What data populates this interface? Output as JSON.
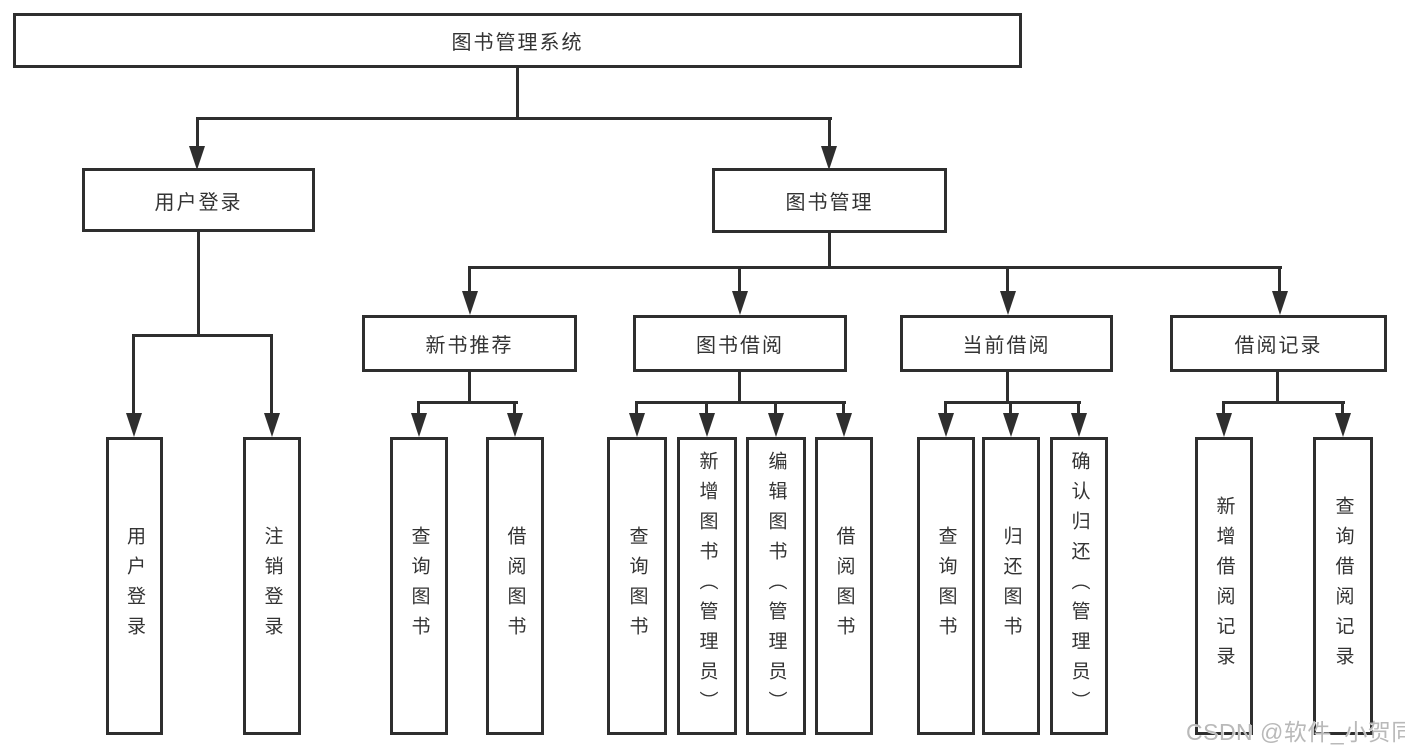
{
  "tree": {
    "root": {
      "label": "图书管理系统",
      "children": [
        {
          "label": "用户登录",
          "children": [
            {
              "label": "用户登录"
            },
            {
              "label": "注销登录"
            }
          ]
        },
        {
          "label": "图书管理",
          "children": [
            {
              "label": "新书推荐",
              "children": [
                {
                  "label": "查询图书"
                },
                {
                  "label": "借阅图书"
                }
              ]
            },
            {
              "label": "图书借阅",
              "children": [
                {
                  "label": "查询图书"
                },
                {
                  "label": "新增图书（管理员）"
                },
                {
                  "label": "编辑图书（管理员）"
                },
                {
                  "label": "借阅图书"
                }
              ]
            },
            {
              "label": "当前借阅",
              "children": [
                {
                  "label": "查询图书"
                },
                {
                  "label": "归还图书"
                },
                {
                  "label": "确认归还（管理员）"
                }
              ]
            },
            {
              "label": "借阅记录",
              "children": [
                {
                  "label": "新增借阅记录"
                },
                {
                  "label": "查询借阅记录"
                }
              ]
            }
          ]
        }
      ]
    }
  },
  "watermark": {
    "text": "CSDN @软件_小贺同学"
  },
  "colors": {
    "line": "#2e2e2e",
    "box_border": "#2e2e2e",
    "box_fill": "#ffffff",
    "text": "#333333",
    "watermark": "#b9b9b9",
    "background": "#ffffff"
  }
}
